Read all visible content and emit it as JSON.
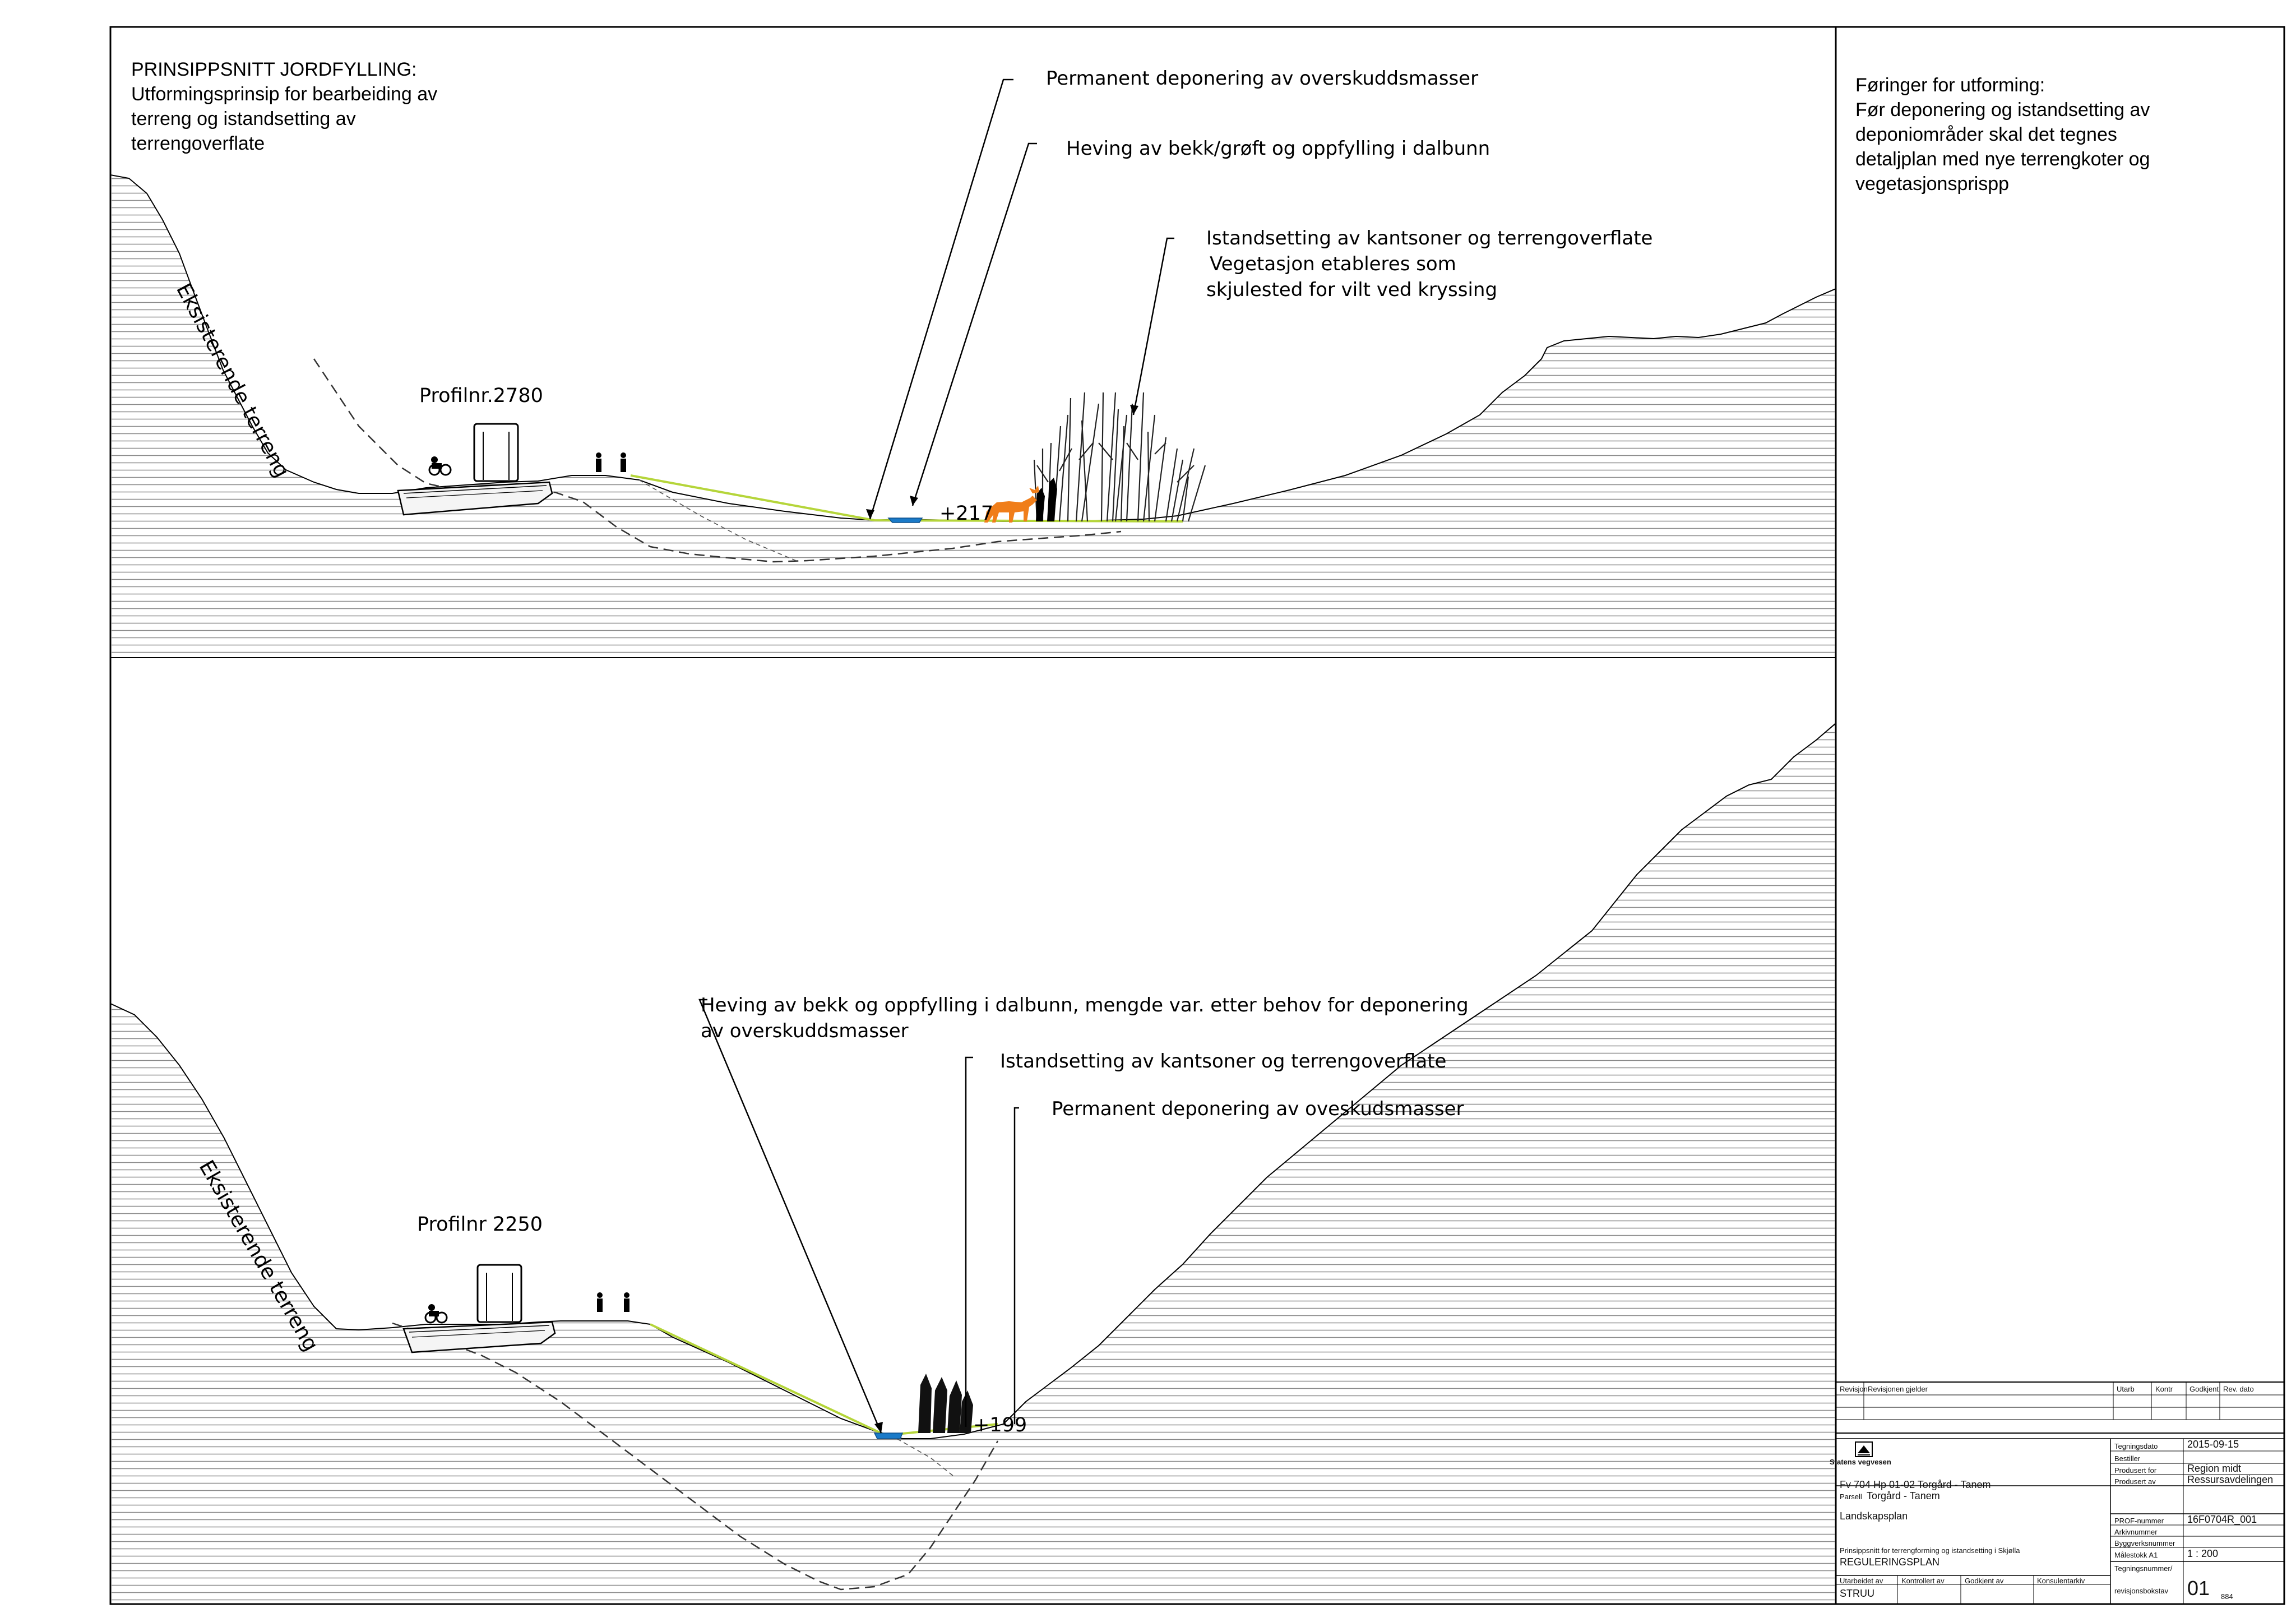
{
  "header": {
    "title": "PRINSIPPSNITT JORDFYLLING:",
    "subtitle_lines": [
      "Utformingsprinsip for bearbeiding av",
      "terreng og istandsetting av",
      "terrengoverflate"
    ]
  },
  "guidance": {
    "heading": "Føringer for utforming:",
    "lines": [
      "Før deponering og  istandsetting av",
      "deponiområder skal det  tegnes",
      "detaljplan med nye terrengkoter og",
      "vegetasjonsprispp"
    ]
  },
  "section_top": {
    "profile_label": "Profilnr.2780",
    "terrain_label": "Eksisterende terreng",
    "elevation": "+217",
    "callouts": {
      "deposit": "Permanent deponering av overskuddsmasser",
      "raise": "Heving av bekk/grøft og oppfylling i dalbunn",
      "restore": [
        "Istandsetting av kantsoner og terrengoverflate",
        "Vegetasjon etableres som",
        "skjulested for vilt ved kryssing"
      ]
    }
  },
  "section_bottom": {
    "profile_label": "Profilnr 2250",
    "terrain_label": "Eksisterende terreng",
    "elevation": "+199",
    "callouts": {
      "raise": [
        "Heving av bekk og oppfylling i dalbunn, mengde var. etter behov for deponering",
        "av overskuddsmasser"
      ],
      "restore": "Istandsetting av kantsoner og terrengoverflate",
      "deposit": "Permanent deponering av oveskudsmasser"
    }
  },
  "title_block": {
    "revision_headers": [
      "Revisjon",
      "Revisjonen gjelder",
      "Utarb",
      "Kontr",
      "Godkjent",
      "Rev. dato"
    ],
    "org": "Statens vegvesen",
    "project": "Fv 704 Hp 01-02 Torgård -  Tanem",
    "parsell_label": "Parsell",
    "parsell": "Torgård - Tanem",
    "plan_type": "Landskapsplan",
    "description": "Prinsippsnitt for terrengforming og istandsetting i Skjølla",
    "plan_status": "REGULERINGSPLAN",
    "fields": [
      {
        "label": "Tegningsdato",
        "value": "2015-09-15"
      },
      {
        "label": "Bestiller",
        "value": ""
      },
      {
        "label": "Produsert for",
        "value": "Region midt"
      },
      {
        "label": "Produsert av",
        "value": "Ressursavdelingen"
      }
    ],
    "ref_fields": [
      {
        "label": "PROF-nummer",
        "value": "16F0704R_001"
      },
      {
        "label": "Arkivnummer",
        "value": ""
      },
      {
        "label": "Byggverksnummer",
        "value": ""
      },
      {
        "label": "Målestokk A1",
        "value": "1 : 200"
      }
    ],
    "sign_headers": [
      "Utarbeidet av",
      "Kontrollert av",
      "Godkjent av",
      "Konsulentarkiv"
    ],
    "author": "STRUU",
    "drawing_no_label": [
      "Tegningsnummer/",
      "revisjonsbokstav"
    ],
    "drawing_no": "01",
    "sheet_code": "884"
  }
}
